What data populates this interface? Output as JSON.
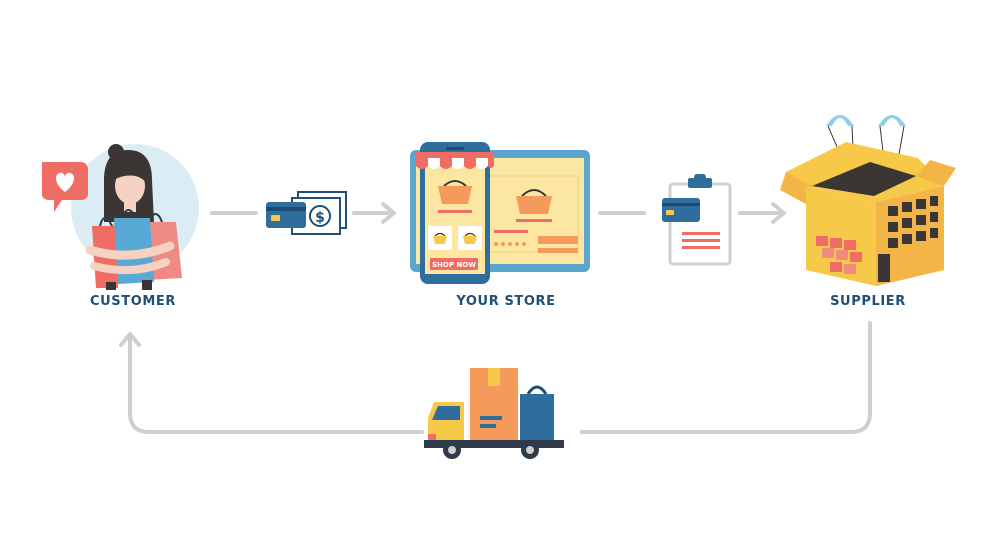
{
  "nodes": {
    "customer": {
      "label": "CUSTOMER",
      "icon": "shopper-woman-icon"
    },
    "store": {
      "label": "YOUR STORE",
      "icon": "online-store-icon",
      "button_label": "SHOP NOW"
    },
    "supplier": {
      "label": "SUPPLIER",
      "icon": "warehouse-box-icon"
    }
  },
  "flow_icons": {
    "payment": "payment-card-cash-icon",
    "order": "order-clipboard-icon",
    "delivery": "delivery-truck-icon"
  },
  "colors": {
    "label": "#1f4e79",
    "arrow": "#cfcfcf",
    "accent_red": "#ef6d64",
    "accent_blue": "#2f6d9c",
    "accent_yellow": "#f7c948",
    "accent_orange": "#f49a5b"
  }
}
